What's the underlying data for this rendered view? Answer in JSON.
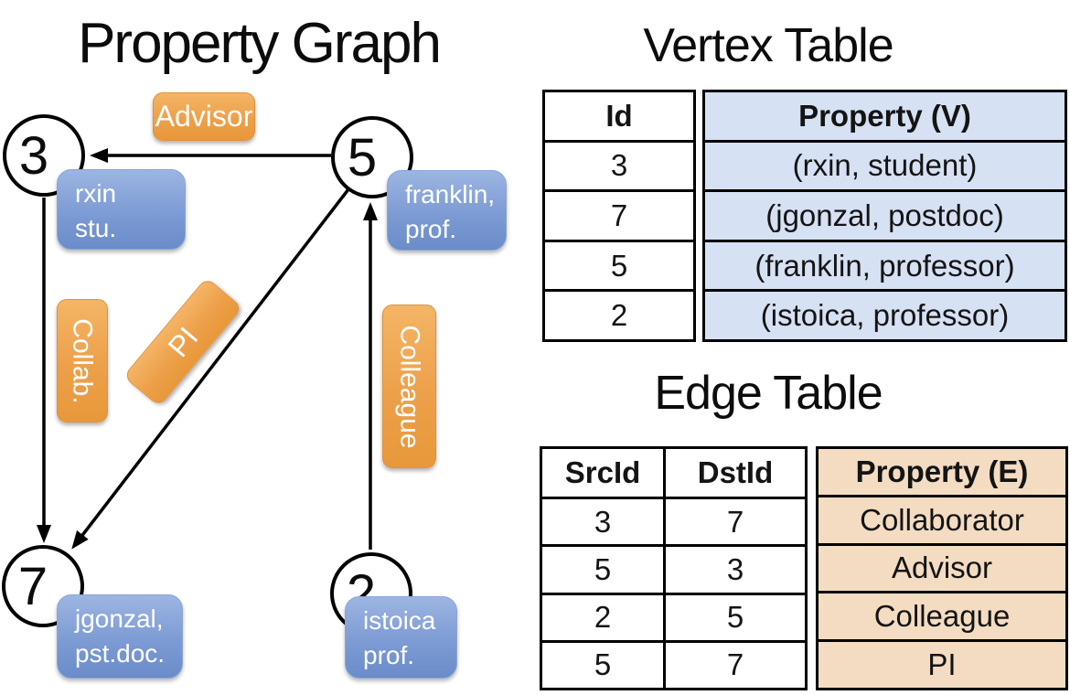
{
  "graph": {
    "title": "Property Graph",
    "nodes": [
      {
        "id": "3"
      },
      {
        "id": "5"
      },
      {
        "id": "7"
      },
      {
        "id": "2"
      }
    ],
    "vertex_boxes": [
      {
        "line1": "rxin",
        "line2": "stu."
      },
      {
        "line1": "franklin,",
        "line2": "prof."
      },
      {
        "line1": "jgonzal,",
        "line2": "pst.doc."
      },
      {
        "line1": "istoica",
        "line2": "prof."
      }
    ],
    "edge_labels": {
      "advisor": "Advisor",
      "collab": "Collab.",
      "pi": "PI",
      "colleague": "Colleague"
    }
  },
  "vertex_table": {
    "title": "Vertex Table",
    "columns": [
      "Id",
      "Property (V)"
    ],
    "rows": [
      [
        "3",
        "(rxin, student)"
      ],
      [
        "7",
        "(jgonzal, postdoc)"
      ],
      [
        "5",
        "(franklin, professor)"
      ],
      [
        "2",
        "(istoica, professor)"
      ]
    ]
  },
  "edge_table": {
    "title": "Edge Table",
    "columns": [
      "SrcId",
      "DstId",
      "Property (E)"
    ],
    "rows": [
      [
        "3",
        "7",
        "Collaborator"
      ],
      [
        "5",
        "3",
        "Advisor"
      ],
      [
        "2",
        "5",
        "Colleague"
      ],
      [
        "5",
        "7",
        "PI"
      ]
    ]
  },
  "colors": {
    "edge_label_orange": "#eda04a",
    "vertex_box_blue": "#7d9bd4",
    "vertex_cell_bg": "#d6e1f4",
    "edge_cell_bg": "#f4dcc2",
    "line_black": "#000000"
  }
}
